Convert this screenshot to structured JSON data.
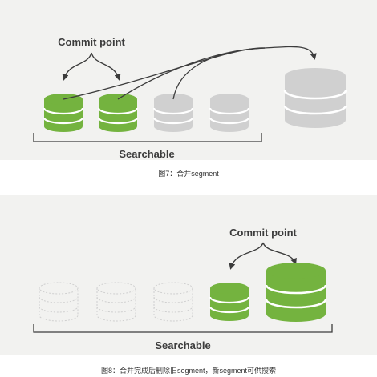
{
  "figure1": {
    "commit_label": "Commit point",
    "group_label": "Searchable",
    "caption": "图7：合并segment",
    "colors": {
      "committed": "#74b33f",
      "uncommitted": "#d0d0d0",
      "merged": "#d0d0d0",
      "background": "#f2f2f0"
    }
  },
  "figure2": {
    "commit_label": "Commit point",
    "group_label": "Searchable",
    "caption": "图8：合并完成后删除旧segment，新segment可供搜索",
    "colors": {
      "committed": "#74b33f",
      "deleted_outline": "#cfcfcf",
      "background": "#f2f2f0"
    }
  }
}
